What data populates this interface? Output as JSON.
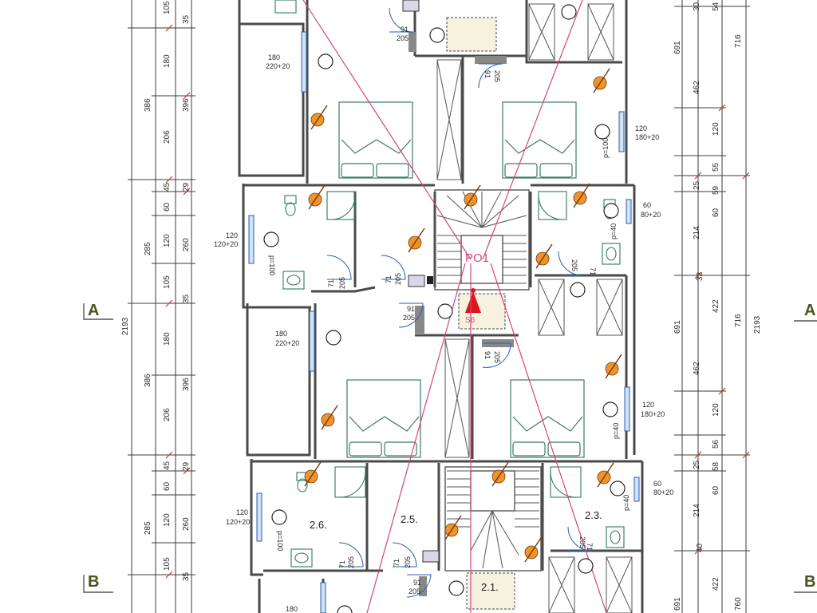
{
  "section_labels": {
    "a": "A",
    "b": "B"
  },
  "left_dims": {
    "outer": "2193",
    "mid": [
      "386",
      "285",
      "386",
      "285"
    ],
    "inner": [
      "105",
      "180",
      "206",
      "45",
      "60",
      "120",
      "105",
      "180",
      "206",
      "45",
      "60",
      "120",
      "105"
    ],
    "right": [
      "35",
      "396",
      "29",
      "260",
      "35",
      "396",
      "29",
      "260",
      "35"
    ]
  },
  "right_dims": {
    "outer": "2193",
    "mid": [
      "716",
      "716",
      "760"
    ],
    "col": [
      "691",
      "691",
      "691"
    ],
    "inner": [
      "54",
      "462",
      "120",
      "55",
      "59",
      "60",
      "214",
      "422",
      "462",
      "120",
      "56",
      "58",
      "60",
      "214",
      "422"
    ],
    "small": [
      "25",
      "32",
      "40",
      "25",
      "30"
    ]
  },
  "windows": {
    "w1": [
      "180",
      "220+20"
    ],
    "w2": [
      "120",
      "180+20"
    ],
    "w3": [
      "120",
      "120+20"
    ],
    "w4": [
      "60",
      "80+20"
    ],
    "w5": [
      "180",
      "220+20"
    ],
    "w6": [
      "120",
      "180+20"
    ],
    "w7": [
      "120",
      "120+20"
    ],
    "w8": [
      "60",
      "80+20"
    ],
    "w9": [
      "180"
    ]
  },
  "doors": {
    "d_bath": [
      "71",
      "205"
    ],
    "d_small": [
      "91",
      "205"
    ],
    "d_wc": [
      "71",
      "205"
    ],
    "d_rot": "p=100",
    "d_rot2": "p=40"
  },
  "rooms": {
    "r26": "2.6.",
    "r25": "2.5.",
    "r23": "2.3.",
    "r21": "2.1."
  },
  "stair": {
    "po1": "PO1",
    "s6": "S6"
  }
}
